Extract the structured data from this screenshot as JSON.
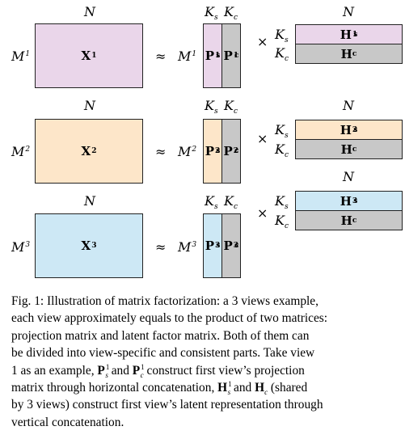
{
  "views": [
    {
      "index": "1",
      "n_label": "N",
      "m_label": "M",
      "x_label": "X",
      "ks": "K",
      "kc": "K",
      "s_sub": "s",
      "c_sub": "c",
      "p_label": "P",
      "h_label": "H",
      "color": "#ead6ea",
      "hs_sup": "1",
      "approx": "≈",
      "times": "×"
    },
    {
      "index": "2",
      "n_label": "N",
      "m_label": "M",
      "x_label": "X",
      "ks": "K",
      "kc": "K",
      "s_sub": "s",
      "c_sub": "c",
      "p_label": "P",
      "h_label": "H",
      "color": "#fde6c9",
      "hs_sup": "2",
      "approx": "≈",
      "times": "×"
    },
    {
      "index": "3",
      "n_label": "N",
      "m_label": "M",
      "x_label": "X",
      "ks": "K",
      "kc": "K",
      "s_sub": "s",
      "c_sub": "c",
      "p_label": "P",
      "h_label": "H",
      "color": "#cde8f5",
      "hs_sup": "3",
      "approx": "≈",
      "times": "×"
    }
  ],
  "shared_color": "#c8c8c8",
  "caption": {
    "l1": "Fig. 1: Illustration of matrix factorization: a 3 views example,",
    "l2": "each view approximately equals to the product of two matrices:",
    "l3": "projection matrix and latent factor matrix. Both of them can",
    "l4": "be divided into view-specific and consistent parts. Take view",
    "l5a": "1 as an example, ",
    "l5b": " and ",
    "l5c": " construct first view’s projection",
    "l6a": "matrix through horizontal concatenation, ",
    "l6b": " and ",
    "l6c": " (shared",
    "l7": "by 3 views) construct first view’s latent representation through",
    "l8": "vertical concatenation.",
    "p": "P",
    "h": "H",
    "s": "s",
    "c": "c",
    "one": "1"
  }
}
